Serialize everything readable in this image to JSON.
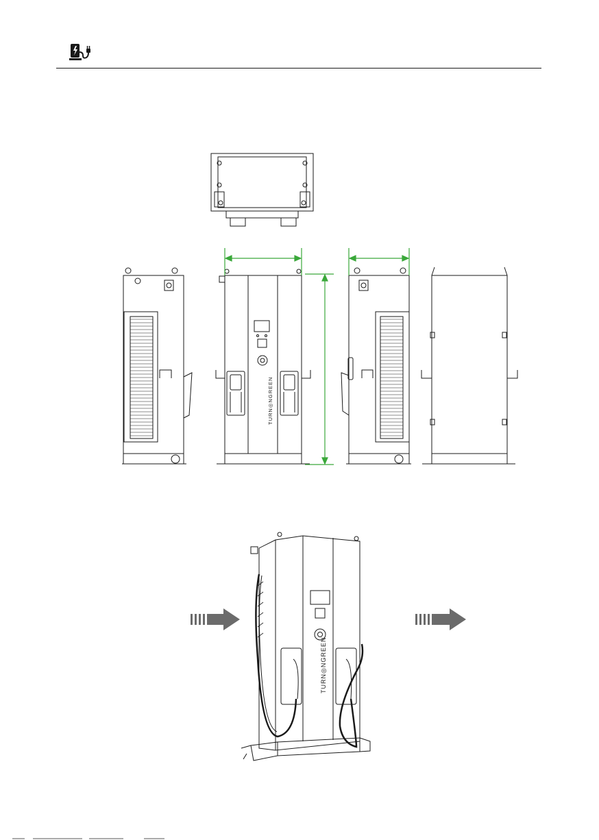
{
  "header": {
    "icon": "ev-charger-icon",
    "colors": {
      "ink": "#1a1a1a",
      "dimension": "#3aa83a",
      "arrow": "#6b6b6b"
    }
  },
  "drawings": {
    "front_brand": "TURN◎NGREEN",
    "iso_brand": "TURN◎NGREEN",
    "views": [
      "top-view",
      "left-side-view",
      "front-view",
      "right-side-view",
      "rear-view",
      "isometric-view"
    ],
    "arrows": [
      "air-inlet-arrow",
      "air-outlet-arrow"
    ]
  }
}
